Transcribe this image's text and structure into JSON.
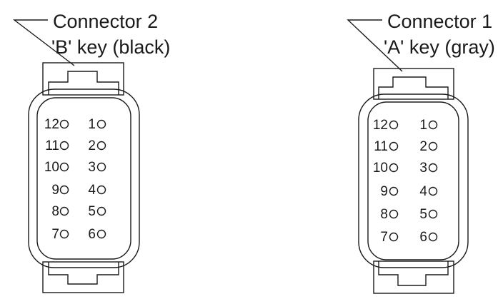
{
  "connectors": [
    {
      "name": "Connector 2",
      "key": "'B' key (black)",
      "pins_left": [
        "12",
        "11",
        "10",
        "9",
        "8",
        "7"
      ],
      "pins_right": [
        "1",
        "2",
        "3",
        "4",
        "5",
        "6"
      ]
    },
    {
      "name": "Connector 1",
      "key": "'A' key (gray)",
      "pins_left": [
        "12",
        "11",
        "10",
        "9",
        "8",
        "7"
      ],
      "pins_right": [
        "1",
        "2",
        "3",
        "4",
        "5",
        "6"
      ]
    }
  ]
}
